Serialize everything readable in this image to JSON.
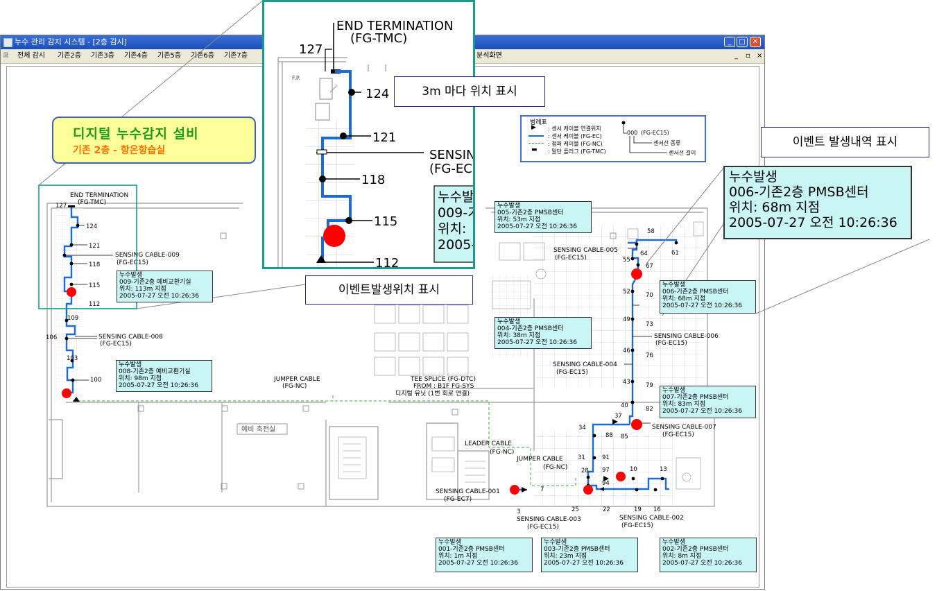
{
  "window": {
    "title": "누수 관리 감지 시스템 - [2층 감시]",
    "buttons": {
      "minimize": "_",
      "maximize": "□",
      "close": "✕"
    },
    "mdi_buttons": [
      "_",
      "▫",
      "×"
    ]
  },
  "menu": {
    "items": [
      "전체 감시",
      "기존2층",
      "기존3층",
      "기존4층",
      "기존5층",
      "기존6층",
      "기존7층"
    ],
    "last_item": "분석화면"
  },
  "title_box": {
    "line1": "디지털 누수감지 설비",
    "line2": "기존 2층 - 항온항습실"
  },
  "callouts": {
    "every_3m": "3m 마다 위치 표시",
    "event_history": "이벤트 발생내역 표시",
    "event_location": "이벤트발생위치 표시"
  },
  "legend": {
    "title": "범례표",
    "items": [
      {
        "icon": "▶",
        "label": ": 센서 케이블 연결위치"
      },
      {
        "icon": "",
        "label": ": 센서 케이블 (FG-EC)"
      },
      {
        "icon": "",
        "label": ": 점퍼 케이블 (FG-NC)"
      },
      {
        "icon": "▬",
        "label": ": 말단 플러그 (FG-TMC)"
      }
    ],
    "marker_code": "000",
    "marker_cable": "(FG-EC15)",
    "marker_type": "센서선 종류",
    "marker_length": "센서선 길이"
  },
  "zoom_inset": {
    "term_line1": "END TERMINATION",
    "term_line2": "(FG-TMC)",
    "marks": [
      "127",
      "124",
      "121",
      "118",
      "115",
      "112"
    ],
    "sensing_line1": "SENSING",
    "sensing_line2": "(FG-EC",
    "partial_box": [
      "누수발",
      "009-기",
      "위치:",
      "2005-"
    ],
    "fp_label": "F.P."
  },
  "big_event": {
    "line1": "누수발생",
    "line2": "006-기존2층 PMSB센터",
    "line3": "위치: 68m 지점",
    "line4": "2005-07-27 오전 10:26:36"
  },
  "events": [
    {
      "id": "e009",
      "lines": [
        "누수발생",
        "009-기존2층 예비교환기실",
        "위치: 113m 지점",
        "2005-07-27 오전 10:26:36"
      ]
    },
    {
      "id": "e008",
      "lines": [
        "누수발생",
        "008-기존2층 예비교환기실",
        "위치: 98m 지점",
        "2005-07-27 오전 10:26:36"
      ]
    },
    {
      "id": "e005",
      "lines": [
        "누수발생",
        "005-기존2층 PMSB센터",
        "위치: 53m 지점",
        "2005-07-27 오전 10:26:36"
      ]
    },
    {
      "id": "e004",
      "lines": [
        "누수발생",
        "004-기존2층 PMSB센터",
        "위치: 38m 지점",
        "2005-07-27 오전 10:26:36"
      ]
    },
    {
      "id": "e006",
      "lines": [
        "누수발생",
        "006-기존2층 PMSB센터",
        "위치: 68m 지점",
        "2005-07-27 오전 10:26:36"
      ]
    },
    {
      "id": "e007",
      "lines": [
        "누수발생",
        "007-기존2층 PMSB센터",
        "위치: 83m 지점",
        "2005-07-27 오전 10:26:36"
      ]
    },
    {
      "id": "e001",
      "lines": [
        "누수발생",
        "001-기존2층 PMSB센터",
        "위치: 1m 지점",
        "2005-07-27 오전 10:26:36"
      ]
    },
    {
      "id": "e003",
      "lines": [
        "누수발생",
        "003-기존2층 PMSB센터",
        "위치: 23m 지점",
        "2005-07-27 오전 10:26:36"
      ]
    },
    {
      "id": "e002",
      "lines": [
        "누수발생",
        "002-기존2층 PMSB센터",
        "위치: 8m 지점",
        "2005-07-27 오전 10:26:36"
      ]
    }
  ],
  "plan_labels": {
    "end_termination": "END TERMINATION",
    "fg_tmc": "(FG-TMC)",
    "sensing_009": "SENSING CABLE-009",
    "sensing_008": "SENSING CABLE-008",
    "sensing_005": "SENSING CABLE-005",
    "sensing_006": "SENSING CABLE-006",
    "sensing_004": "SENSING CABLE-004",
    "sensing_007": "SENSING CABLE-007",
    "sensing_001": "SENSING CABLE-001",
    "sensing_003": "SENSING CABLE-003",
    "sensing_002": "SENSING CABLE-002",
    "fg_ec15": "(FG-EC15)",
    "fg_ec7": "(FG-EC7)",
    "fg_nc": "(FG-NC)",
    "jumper": "JUMPER CABLE",
    "leader": "LEADER CABLE",
    "tee1": "TEE SPLICE (FG-DTC)",
    "tee2": "FROM : B1F FG-SYS",
    "tee3": "디지털 유닛 (1번 회로 연결)",
    "room_reserve": "예비 축전실",
    "marks_left": [
      "127",
      "124",
      "121",
      "118",
      "115",
      "112",
      "109",
      "106",
      "103",
      "100"
    ],
    "marks_right": [
      "58",
      "61",
      "55",
      "64",
      "67",
      "52",
      "70",
      "49",
      "73",
      "46",
      "76",
      "43",
      "79",
      "40",
      "82",
      "37",
      "34",
      "88",
      "85",
      "31",
      "91",
      "28",
      "97",
      "94",
      "10",
      "13",
      "25",
      "22",
      "19",
      "16",
      "7",
      "3"
    ]
  }
}
